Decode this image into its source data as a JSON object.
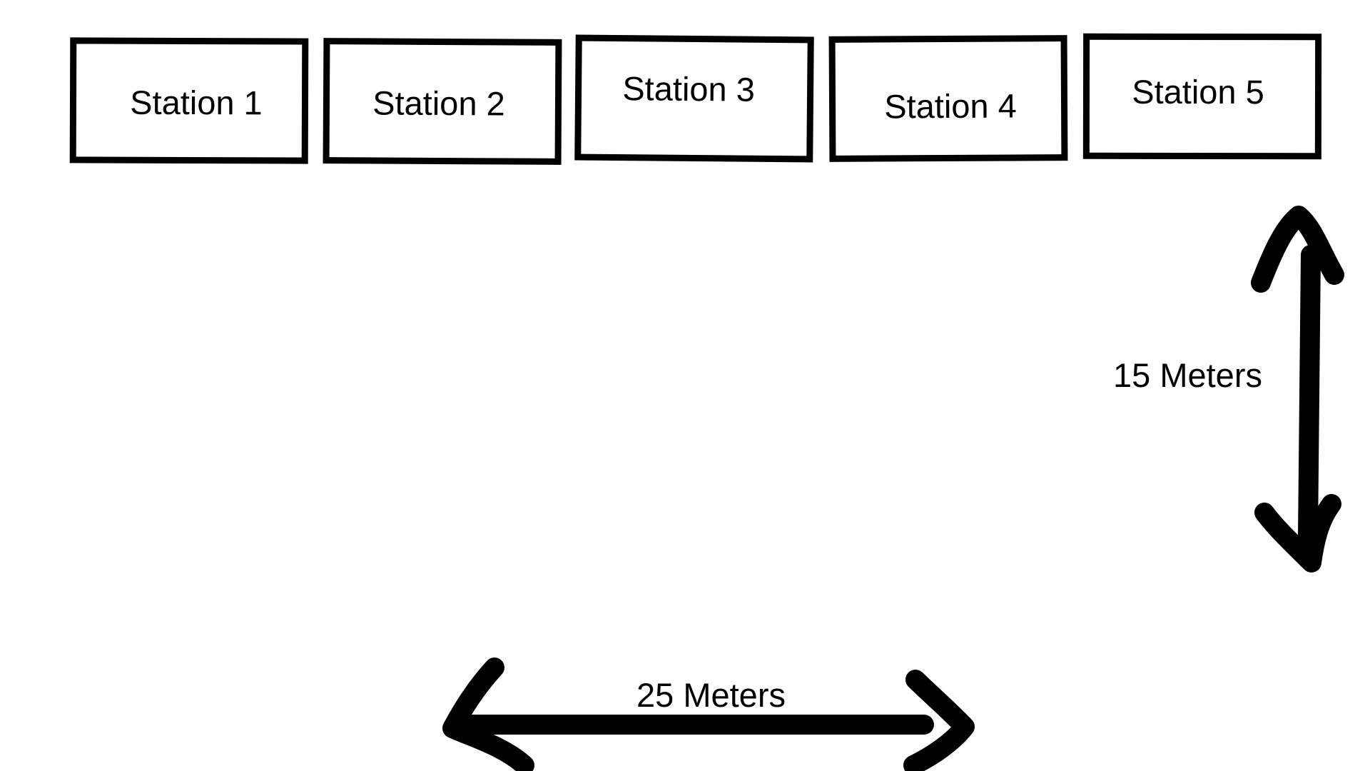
{
  "stations": [
    {
      "label": "Station 1"
    },
    {
      "label": "Station 2"
    },
    {
      "label": "Station 3"
    },
    {
      "label": "Station 4"
    },
    {
      "label": "Station 5"
    }
  ],
  "dimensions": {
    "vertical": {
      "label": "15 Meters"
    },
    "horizontal": {
      "label": "25 Meters"
    }
  },
  "colors": {
    "background": "#ffffff",
    "ink": "#000000"
  }
}
